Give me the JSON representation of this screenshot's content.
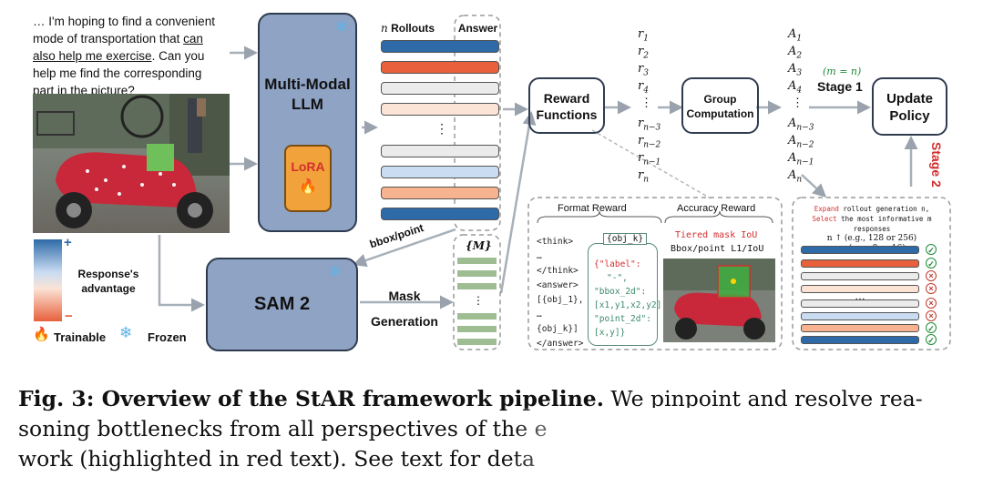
{
  "prompt": {
    "line1": "… I'm hoping to find a convenient",
    "line2": "mode of transportation that ",
    "line2_u": "can",
    "line3_u": "also help me exercise",
    "line3_rest": ". Can you",
    "line4": "help me find the corresponding",
    "line5": "part in the picture?"
  },
  "llm": {
    "title_1": "Multi-Modal",
    "title_2": "LLM",
    "lora": "LoRA"
  },
  "rollouts": {
    "header_n": "n",
    "header": "Rollouts",
    "answer": "Answer",
    "dots": "⋮"
  },
  "rewards": {
    "title_1": "Reward",
    "title_2": "Functions",
    "labels": [
      "r",
      "r",
      "r",
      "r",
      "⋮",
      "r",
      "r",
      "r",
      "r"
    ],
    "subs": [
      "1",
      "2",
      "3",
      "4",
      "",
      "n−3",
      "n−2",
      "n−1",
      "n"
    ]
  },
  "group": {
    "title_1": "Group",
    "title_2": "Computation"
  },
  "advantages": {
    "labels": [
      "A",
      "A",
      "A",
      "A",
      "⋮",
      "A",
      "A",
      "A",
      "A"
    ],
    "subs": [
      "1",
      "2",
      "3",
      "4",
      "",
      "n−3",
      "n−2",
      "n−1",
      "n"
    ]
  },
  "stage1": {
    "cond": "(m = n)",
    "label": "Stage 1"
  },
  "update": {
    "title_1": "Update",
    "title_2": "Policy"
  },
  "stage2": {
    "label": "Stage 2"
  },
  "legend": {
    "plus": "+",
    "minus": "−",
    "advantage_1": "Response's",
    "advantage_2": "advantage",
    "trainable": "Trainable",
    "frozen": "Frozen"
  },
  "sam": {
    "title": "SAM 2",
    "bbox_point": "bbox/point",
    "mask_1": "Mask",
    "mask_2": "Generation",
    "m_label": "{M}",
    "dots": "⋮"
  },
  "format_reward": {
    "title": "Format Reward",
    "obj_k": "{obj_k}",
    "lines_left": [
      "<think>",
      "…",
      "</think>",
      "<answer>",
      "[{obj_1},",
      "…",
      "{obj_k}]",
      "</answer>"
    ],
    "lines_right_1": "{\"label\":",
    "lines_right_2": "\"-\",",
    "lines_right_3": "\"bbox_2d\":",
    "lines_right_4": "[x1,y1,x2,y2],",
    "lines_right_5": "\"point_2d\":",
    "lines_right_6": "[x,y]}"
  },
  "accuracy_reward": {
    "title": "Accuracy Reward",
    "line1": "Tiered mask IoU",
    "line2": "Bbox/point L1/IoU"
  },
  "stage2_panel": {
    "line1_a": "Expand",
    "line1_b": " rollout generation n,",
    "line2_a": "Select",
    "line2_b": " the most informative m responses",
    "line3": "n ↑ (e.g., 128 or 256)",
    "line4": "m (e.g., 8 or 16)",
    "dots": "…"
  },
  "caption": {
    "label": "Fig. 3: Overview of the StAR framework pipeline.",
    "text1": " We pinpoint and resolve rea-",
    "line2": "soning bottlenecks from all perspectives of the e",
    "line3": "work (highlighted in red text). See text for deta"
  },
  "colors": {
    "box_fill": "#8fa3c5",
    "box_border": "#2f3b4f",
    "lora_fill": "#f2a23a",
    "blue_dark": "#2e6aa8",
    "blue_light": "#c9dcf2",
    "orange_dark": "#e8603c",
    "orange_light": "#f7b28f",
    "gray": "#ebebeb",
    "green_mask": "#9fbd93",
    "red": "#d32f2f"
  }
}
